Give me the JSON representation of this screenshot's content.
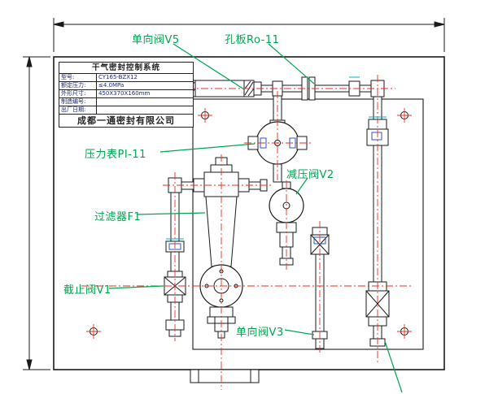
{
  "drawing": {
    "labels": {
      "v5": "单向阀V5",
      "ro11": "孔板Ro-11",
      "pi11": "压力表PI-11",
      "v2": "减压阀V2",
      "f1": "过滤器F1",
      "v1": "截止阀V1",
      "v3": "单向阀V3"
    },
    "title_block": {
      "title": "干气密封控制系统",
      "rows": [
        {
          "label": "型号:",
          "value": "CY165-BZX12"
        },
        {
          "label": "额定压力:",
          "value": "≤4.0MPa"
        },
        {
          "label": "外形尺寸:",
          "value": "450X370X160mm"
        },
        {
          "label": "制造编号:",
          "value": ""
        },
        {
          "label": "出厂日期:",
          "value": ""
        }
      ],
      "company": "成都一通密封有限公司"
    },
    "colors": {
      "line": "#1a1a1a",
      "centerline": "#e53020",
      "label_green": "#00A550",
      "accent_blue": "#3050c8",
      "cyan": "#00b0c8"
    }
  }
}
